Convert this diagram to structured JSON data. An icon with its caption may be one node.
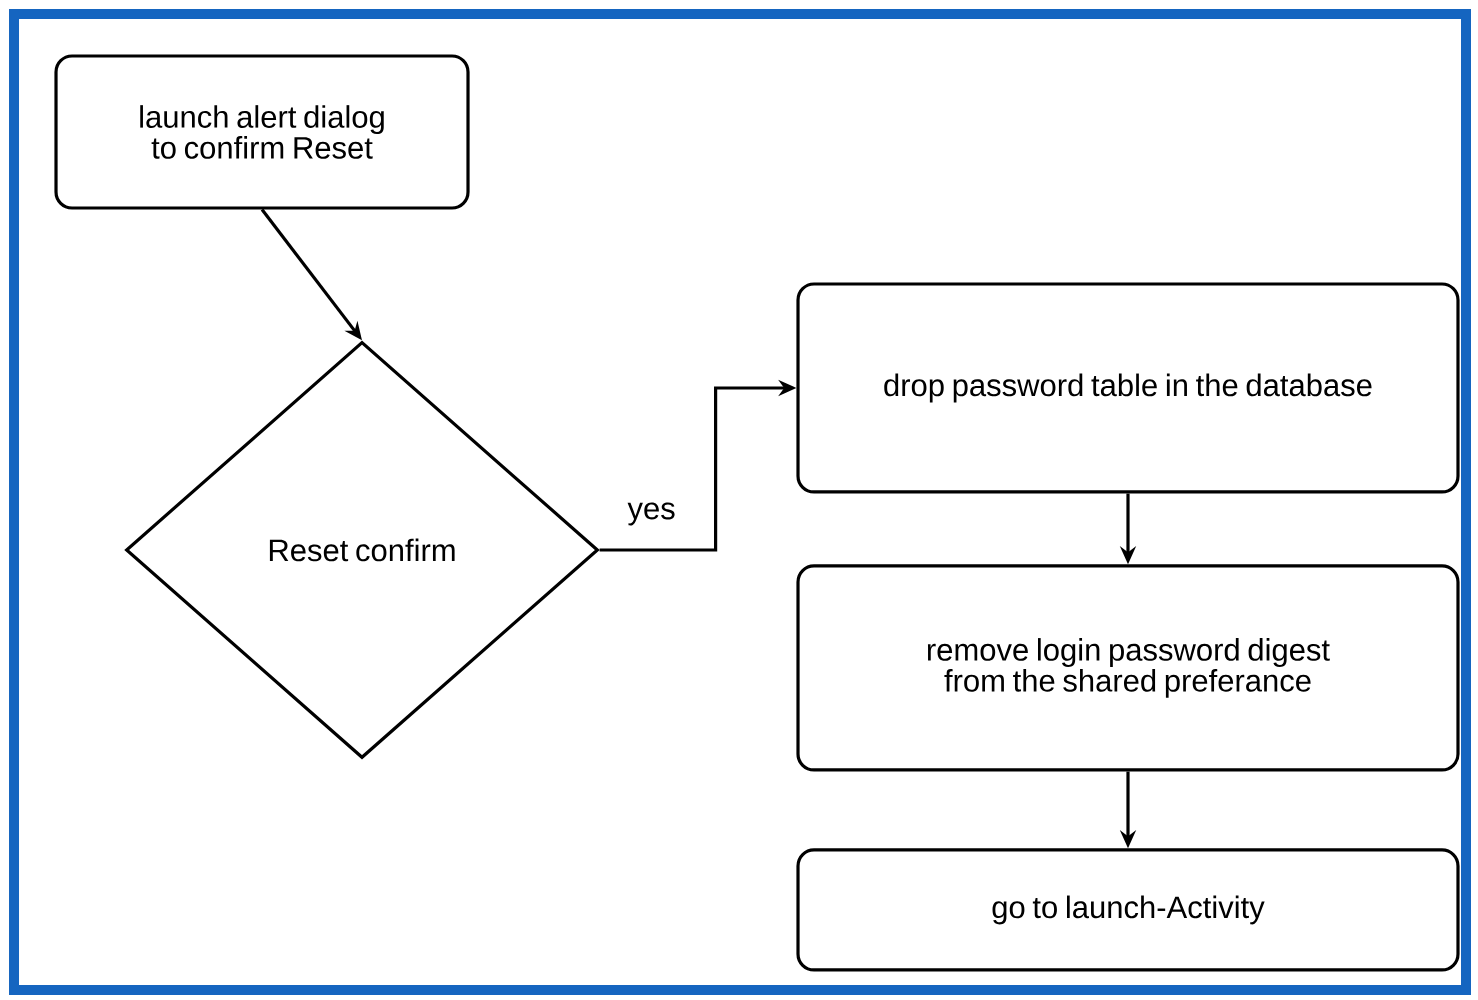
{
  "diagram": {
    "nodes": [
      {
        "text": [
          "launch alert dialog to confirm Reset"
        ]
      },
      {
        "text": [
          "Reset confirm"
        ]
      },
      {
        "text": [
          "drop password table in the database"
        ]
      },
      {
        "text": [
          "remove login password digest from the shared preferance"
        ]
      },
      {
        "text": [
          "go to launch-Activity"
        ]
      }
    ],
    "edges": [
      {
        "from": 0,
        "to": 1,
        "arrow": "to"
      },
      {
        "from": 1,
        "to": 2,
        "arrow": "to",
        "label": "yes"
      },
      {
        "from": 2,
        "to": 3,
        "arrow": "to"
      },
      {
        "from": 3,
        "to": 4,
        "arrow": "to"
      }
    ]
  }
}
